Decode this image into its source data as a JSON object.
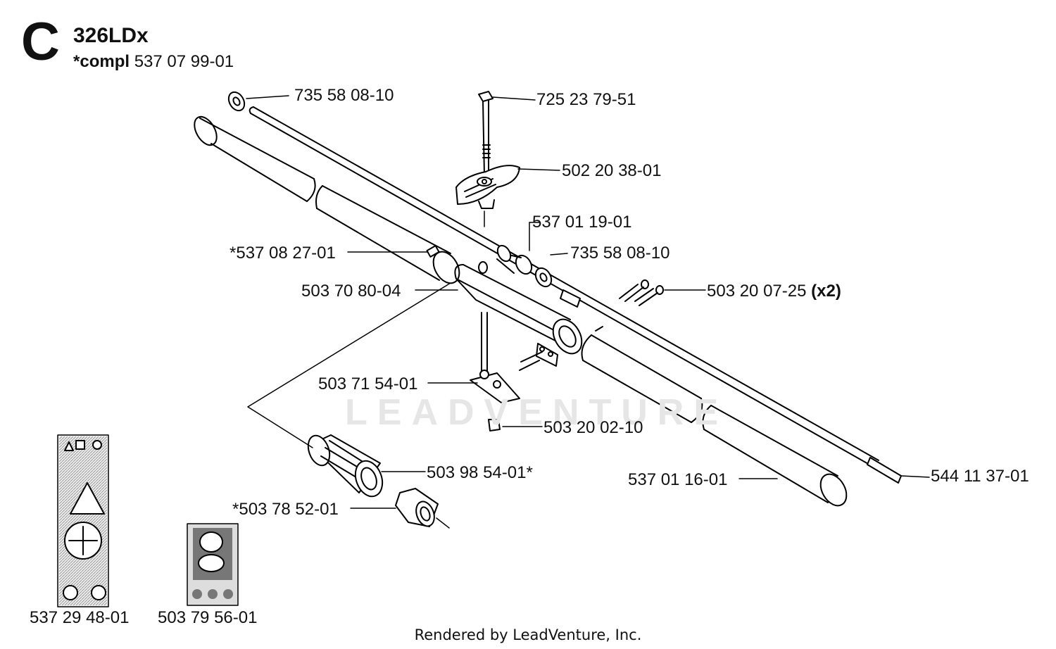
{
  "header": {
    "section_letter": "C",
    "model": "326LDx",
    "compl_prefix": "*compl",
    "compl_number": "537 07 99-01"
  },
  "parts": [
    {
      "id": "p1",
      "number": "735 58 08-10"
    },
    {
      "id": "p2",
      "number": "725 23 79-51"
    },
    {
      "id": "p3",
      "number": "502 20 38-01"
    },
    {
      "id": "p4",
      "number": "537 01 19-01"
    },
    {
      "id": "p5",
      "number": "735 58 08-10"
    },
    {
      "id": "p6",
      "number": "*537 08 27-01"
    },
    {
      "id": "p7",
      "number": "503 70 80-04"
    },
    {
      "id": "p8",
      "number": "503 20 07-25",
      "qty": "(x2)"
    },
    {
      "id": "p9",
      "number": "503 71 54-01"
    },
    {
      "id": "p10",
      "number": "503 20 02-10"
    },
    {
      "id": "p11",
      "number": "503 98 54-01*"
    },
    {
      "id": "p12",
      "number": "537 01 16-01"
    },
    {
      "id": "p13",
      "number": "544 11 37-01"
    },
    {
      "id": "p14",
      "number": "*503 78 52-01"
    },
    {
      "id": "p15",
      "number": "537 29 48-01"
    },
    {
      "id": "p16",
      "number": "503 79 56-01"
    }
  ],
  "watermark": "LEADVENTURE",
  "footer": "Rendered by LeadVenture, Inc."
}
